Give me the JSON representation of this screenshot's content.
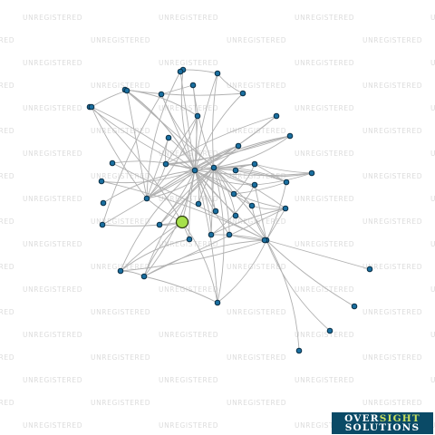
{
  "watermark": {
    "text": "UNREGISTERED"
  },
  "logo": {
    "line1_a": "OVER",
    "line1_b": "SIGHT",
    "line2": "SOLUTIONS"
  },
  "colors": {
    "node": "#1a6fa0",
    "focus_node": "#a6e04a",
    "edge": "#b0b0b0",
    "logo_bg": "#0a4a66"
  },
  "graph": {
    "focus_node": "F",
    "nodes": [
      "F",
      "H",
      "H2",
      "N1",
      "N2",
      "N3",
      "N4",
      "N5",
      "N6",
      "N7",
      "N8",
      "N9",
      "N10",
      "N11",
      "N12",
      "N13",
      "N14",
      "N15",
      "N16",
      "N17",
      "N18",
      "N19",
      "N20",
      "N21",
      "N22",
      "N23",
      "N24",
      "N25",
      "N26",
      "N27",
      "N28",
      "N29",
      "N30",
      "N31",
      "N32",
      "N33",
      "N34",
      "N35",
      "N36",
      "N37",
      "N38",
      "N39",
      "N40",
      "N41",
      "N42",
      "N43",
      "N44",
      "N45"
    ],
    "edges": [
      [
        "H",
        "N1"
      ],
      [
        "H",
        "N2"
      ],
      [
        "H",
        "N3"
      ],
      [
        "H",
        "N4"
      ],
      [
        "H",
        "N5"
      ],
      [
        "H",
        "N6"
      ],
      [
        "H",
        "N7"
      ],
      [
        "H",
        "N8"
      ],
      [
        "H",
        "N9"
      ],
      [
        "H",
        "N10"
      ],
      [
        "H",
        "N11"
      ],
      [
        "H",
        "N12"
      ],
      [
        "H",
        "N13"
      ],
      [
        "H",
        "N14"
      ],
      [
        "H",
        "N15"
      ],
      [
        "H",
        "N16"
      ],
      [
        "H",
        "N17"
      ],
      [
        "H",
        "N18"
      ],
      [
        "H",
        "N19"
      ],
      [
        "H",
        "N20"
      ],
      [
        "H",
        "N21"
      ],
      [
        "H",
        "N22"
      ],
      [
        "H",
        "N23"
      ],
      [
        "H",
        "N24"
      ],
      [
        "H",
        "N25"
      ],
      [
        "H",
        "N26"
      ],
      [
        "H",
        "N27"
      ],
      [
        "H",
        "N28"
      ],
      [
        "H",
        "N29"
      ],
      [
        "H",
        "N30"
      ],
      [
        "H",
        "N31"
      ],
      [
        "H",
        "N32"
      ],
      [
        "H",
        "N33"
      ],
      [
        "H",
        "N34"
      ],
      [
        "H",
        "N35"
      ],
      [
        "H",
        "N36"
      ],
      [
        "H",
        "N37"
      ],
      [
        "H",
        "N38"
      ],
      [
        "H",
        "N39"
      ],
      [
        "H",
        "N40"
      ],
      [
        "H2",
        "N3"
      ],
      [
        "H2",
        "N4"
      ],
      [
        "H2",
        "N5"
      ],
      [
        "H2",
        "N11"
      ],
      [
        "H2",
        "N12"
      ],
      [
        "H2",
        "N13"
      ],
      [
        "H2",
        "N14"
      ],
      [
        "H2",
        "N17"
      ],
      [
        "H2",
        "N18"
      ],
      [
        "H2",
        "N20"
      ],
      [
        "H2",
        "N21"
      ],
      [
        "H2",
        "N22"
      ],
      [
        "H2",
        "N23"
      ],
      [
        "H2",
        "N26"
      ],
      [
        "H2",
        "N27"
      ],
      [
        "H2",
        "N29"
      ],
      [
        "H2",
        "N30"
      ],
      [
        "H2",
        "N31"
      ],
      [
        "H2",
        "N32"
      ],
      [
        "H2",
        "N36"
      ],
      [
        "H2",
        "N37"
      ],
      [
        "H2",
        "N2"
      ],
      [
        "N24",
        "N41"
      ],
      [
        "N24",
        "N42"
      ],
      [
        "N24",
        "N43"
      ],
      [
        "N24",
        "N44"
      ],
      [
        "N24",
        "N45"
      ],
      [
        "N24",
        "N20"
      ],
      [
        "N24",
        "N21"
      ],
      [
        "N24",
        "N22"
      ],
      [
        "N24",
        "N23"
      ],
      [
        "N24",
        "N29"
      ],
      [
        "N24",
        "N30"
      ],
      [
        "N24",
        "N31"
      ],
      [
        "N24",
        "N36"
      ],
      [
        "N24",
        "N37"
      ],
      [
        "N24",
        "N35"
      ],
      [
        "N24",
        "N15"
      ],
      [
        "N24",
        "N16"
      ],
      [
        "N13",
        "N14"
      ],
      [
        "N13",
        "N12"
      ],
      [
        "N13",
        "N11"
      ],
      [
        "N13",
        "N10"
      ],
      [
        "N13",
        "N9"
      ],
      [
        "N13",
        "N8"
      ],
      [
        "N13",
        "N38"
      ],
      [
        "N13",
        "N39"
      ],
      [
        "N13",
        "N40"
      ],
      [
        "N14",
        "N12"
      ],
      [
        "N14",
        "N11"
      ],
      [
        "N14",
        "N10"
      ],
      [
        "N14",
        "N9"
      ],
      [
        "N14",
        "N8"
      ],
      [
        "N18",
        "N19"
      ],
      [
        "N17",
        "N19"
      ],
      [
        "N17",
        "N18"
      ],
      [
        "N21",
        "N22"
      ],
      [
        "N21",
        "N18"
      ],
      [
        "N20",
        "N19"
      ],
      [
        "N22",
        "N18"
      ],
      [
        "F",
        "N32"
      ],
      [
        "F",
        "N33"
      ],
      [
        "F",
        "N34"
      ],
      [
        "F",
        "N35"
      ],
      [
        "F",
        "N36"
      ],
      [
        "F",
        "N37"
      ],
      [
        "F",
        "N13"
      ],
      [
        "F",
        "H"
      ],
      [
        "F",
        "N39"
      ],
      [
        "N34",
        "N35"
      ],
      [
        "N35",
        "N36"
      ],
      [
        "N36",
        "N37"
      ],
      [
        "N36",
        "N30"
      ],
      [
        "N30",
        "N31"
      ],
      [
        "N31",
        "N20"
      ],
      [
        "N30",
        "N23"
      ],
      [
        "N1",
        "N2"
      ],
      [
        "N3",
        "N4"
      ],
      [
        "N5",
        "N6"
      ],
      [
        "N2",
        "N6"
      ],
      [
        "N5",
        "N8"
      ],
      [
        "N33",
        "N3"
      ],
      [
        "N32",
        "N11"
      ],
      [
        "N40",
        "N39"
      ],
      [
        "N28",
        "H2"
      ]
    ]
  }
}
